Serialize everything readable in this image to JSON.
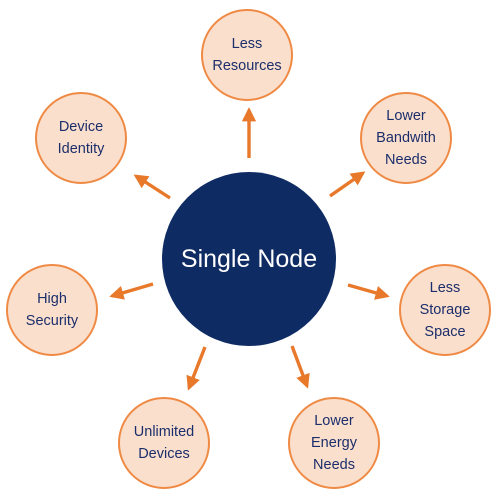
{
  "center_node": {
    "label": "Single Node"
  },
  "satellites": [
    {
      "id": "less-resources",
      "label": "Less\nResources"
    },
    {
      "id": "lower-bandwith-needs",
      "label": "Lower\nBandwith\nNeeds"
    },
    {
      "id": "less-storage-space",
      "label": "Less\nStorage\nSpace"
    },
    {
      "id": "lower-energy-needs",
      "label": "Lower\nEnergy\nNeeds"
    },
    {
      "id": "unlimited-devices",
      "label": "Unlimited\nDevices"
    },
    {
      "id": "high-security",
      "label": "High\nSecurity"
    },
    {
      "id": "device-identity",
      "label": "Device\nIdentity"
    }
  ],
  "colors": {
    "center_fill": "#0e2b63",
    "satellite_fill": "#fbdfcd",
    "satellite_border": "#ef8a45",
    "arrow": "#e8782a",
    "text_dark": "#1b2e6b",
    "text_light": "#ffffff"
  }
}
